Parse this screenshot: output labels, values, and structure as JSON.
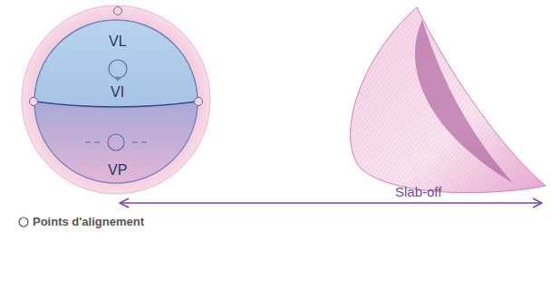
{
  "diagram": {
    "labels": [
      "VL",
      "VI",
      "VP",
      "Slab-off"
    ],
    "legend": [
      {
        "text": "Points d'alignement"
      }
    ]
  }
}
